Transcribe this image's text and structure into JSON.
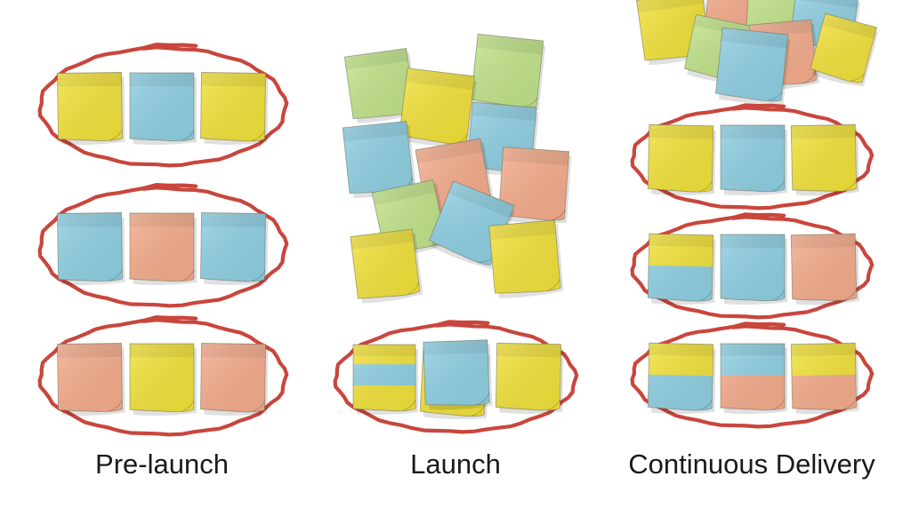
{
  "labels": {
    "prelaunch": "Pre-launch",
    "launch": "Launch",
    "continuous": "Continuous Delivery"
  },
  "colors": {
    "yellow": "#f2e23a",
    "blue": "#8fd0e3",
    "orange": "#f5ac8c",
    "green": "#c2e48a",
    "outline": "#c9463d"
  },
  "columns": [
    {
      "name": "pre-launch",
      "groups": [
        [
          "yellow",
          "blue",
          "yellow"
        ],
        [
          "blue",
          "orange",
          "blue"
        ],
        [
          "orange",
          "yellow",
          "orange"
        ]
      ],
      "loose_notes": []
    },
    {
      "name": "launch",
      "groups": [
        [
          "yellow+blue",
          "yellow",
          "blue",
          "yellow"
        ]
      ],
      "loose_notes": [
        "green",
        "green",
        "yellow",
        "blue",
        "blue",
        "orange",
        "orange",
        "green",
        "blue",
        "yellow",
        "yellow"
      ]
    },
    {
      "name": "continuous-delivery",
      "groups": [
        [
          "yellow",
          "blue",
          "yellow"
        ],
        [
          "yellow+blue",
          "blue",
          "orange"
        ],
        [
          "yellow+blue",
          "blue+orange",
          "yellow+orange"
        ]
      ],
      "loose_notes": [
        "yellow",
        "orange",
        "green",
        "blue",
        "green",
        "orange",
        "yellow",
        "blue"
      ]
    }
  ]
}
